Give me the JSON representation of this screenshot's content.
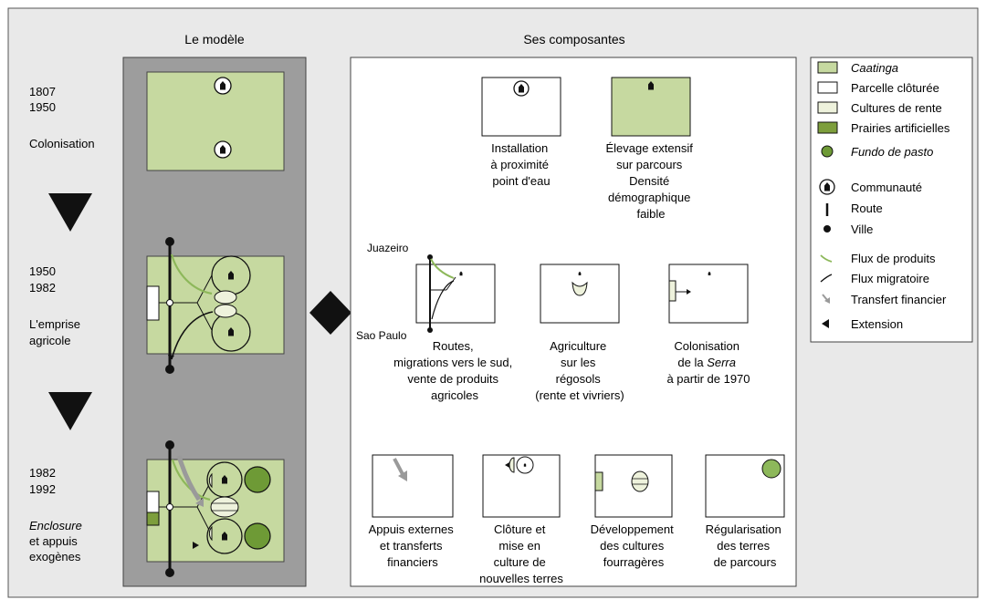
{
  "headers": {
    "model": "Le modèle",
    "components": "Ses composantes"
  },
  "colors": {
    "frame_bg": "#e9e9e9",
    "model_panel": "#9d9d9d",
    "caatinga": "#c6d9a0",
    "caatinga_dark": "#7d9e3c",
    "fundo": "#6e9a36",
    "cash_crop": "#eef2dc",
    "flux_produits": "#8db85a",
    "transfert": "#9a9a9a",
    "black": "#111111"
  },
  "periods": [
    {
      "years": [
        "1807",
        "1950"
      ],
      "label": [
        "Colonisation"
      ],
      "italic": false
    },
    {
      "years": [
        "1950",
        "1982"
      ],
      "label": [
        "L'emprise",
        "agricole"
      ],
      "italic": false
    },
    {
      "years": [
        "1982",
        "1992"
      ],
      "label": [
        "Enclosure",
        "et appuis",
        "exogènes"
      ],
      "italic_first": true
    }
  ],
  "components": {
    "row1": [
      {
        "lines": [
          "Installation",
          "à proximité",
          "point d'eau"
        ]
      },
      {
        "lines": [
          "Élevage extensif",
          "sur parcours",
          "Densité",
          "démographique",
          "faible"
        ]
      }
    ],
    "row2": [
      {
        "lines": [
          "Routes,",
          "migrations vers le sud,",
          "vente de produits",
          "agricoles"
        ]
      },
      {
        "lines": [
          "Agriculture",
          "sur les",
          "régosols",
          "(rente et vivriers)"
        ]
      },
      {
        "lines_pre": "Colonisation",
        "line2_prefix": "de la ",
        "line2_italic": "Serra",
        "line3": "à partir de 1970"
      }
    ],
    "row3": [
      {
        "lines": [
          "Appuis externes",
          "et transferts",
          "financiers"
        ]
      },
      {
        "lines": [
          "Clôture et",
          "mise en",
          "culture de",
          "nouvelles terres"
        ]
      },
      {
        "lines": [
          "Développement",
          "des cultures",
          "fourragères"
        ]
      },
      {
        "lines": [
          "Régularisation",
          "des terres",
          "de parcours"
        ]
      }
    ],
    "city_labels": {
      "north": "Juazeiro",
      "south": "Sao Paulo"
    }
  },
  "legend": [
    {
      "key": "caatinga",
      "label": "Caatinga",
      "italic": true
    },
    {
      "key": "parcelle",
      "label": "Parcelle clôturée",
      "italic": false
    },
    {
      "key": "rente",
      "label": "Cultures de rente",
      "italic": false
    },
    {
      "key": "prairies",
      "label": "Prairies artificielles",
      "italic": false
    },
    {
      "key": "fundo",
      "label": "Fundo de pasto",
      "italic": true
    },
    {
      "key": "communaute",
      "label": "Communauté",
      "italic": false
    },
    {
      "key": "route",
      "label": "Route",
      "italic": false
    },
    {
      "key": "ville",
      "label": "Ville",
      "italic": false
    },
    {
      "key": "flux_produits",
      "label": "Flux de produits",
      "italic": false
    },
    {
      "key": "flux_migratoire",
      "label": "Flux migratoire",
      "italic": false
    },
    {
      "key": "transfert",
      "label": "Transfert financier",
      "italic": false
    },
    {
      "key": "extension",
      "label": "Extension",
      "italic": false
    }
  ]
}
